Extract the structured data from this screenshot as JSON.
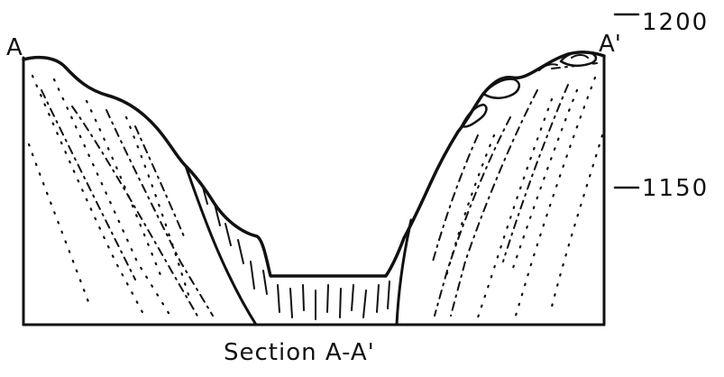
{
  "labels": {
    "section_start": "A",
    "section_end": "A'",
    "caption": "Section A-A'"
  },
  "elevation_ticks": [
    "1200",
    "1150"
  ],
  "colors": {
    "ink": "#111111",
    "background": "#ffffff"
  }
}
